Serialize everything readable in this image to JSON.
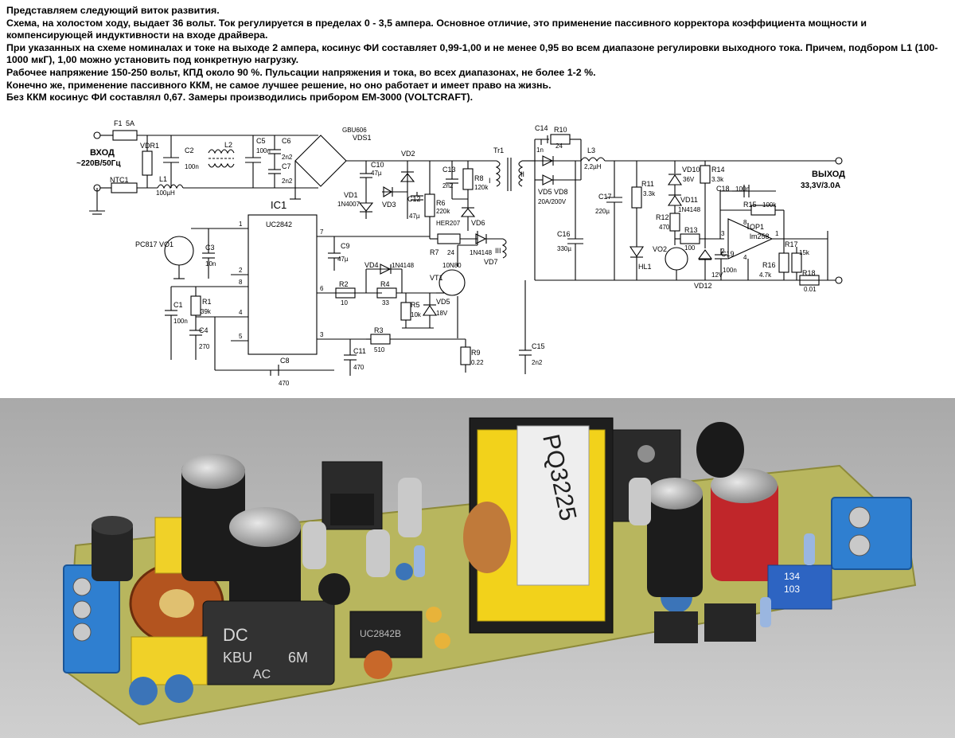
{
  "article": {
    "paragraphs": [
      "Представляем следующий виток развития.",
      "Схема, на холостом ходу, выдает 36 вольт. Ток регулируется в пределах 0 - 3,5 ампера. Основное отличие, это применение пассивного корректора коэффициента мощности и компенсирующей индуктивности на входе драйвера.",
      "При указанных на схеме номиналах и токе на выходе 2 ампера, косинус ФИ составляет 0,99-1,00 и не менее 0,95 во всем диапазоне регулировки выходного тока. Причем, подбором L1 (100-1000 мкГ), 1,00 можно установить под конкретную нагрузку.",
      "Рабочее напряжение 150-250 вольт, КПД около 90 %. Пульсации напряжения и тока, во всех диапазонах, не более 1-2 %.",
      "Конечно же, применение пассивного ККМ, не самое лучшее решение, но оно работает и имеет право на жизнь.",
      "Без ККМ косинус ФИ составлял 0,67. Замеры производились прибором EM-3000 (VOLTCRAFT)."
    ]
  },
  "schematic": {
    "input_label": "ВХОД",
    "input_voltage": "~220В/50Гц",
    "output_label": "ВЫХОД",
    "output_rating": "33,3V/3.0A",
    "ic_ref": "IC1",
    "ic_part": "UC2842",
    "opamp_ref": "OP1",
    "opamp_part": "lm258",
    "transformer_ref": "Tr1",
    "components": [
      {
        "ref": "F1",
        "value": "5A"
      },
      {
        "ref": "VDR1",
        "value": ""
      },
      {
        "ref": "C2",
        "value": "100n"
      },
      {
        "ref": "L2",
        "value": ""
      },
      {
        "ref": "C5",
        "value": "100n"
      },
      {
        "ref": "C6",
        "value": "2n2"
      },
      {
        "ref": "C7",
        "value": "2n2"
      },
      {
        "ref": "NTC1",
        "value": ""
      },
      {
        "ref": "L1",
        "value": "100µH"
      },
      {
        "ref": "VDS1",
        "value": "GBU606"
      },
      {
        "ref": "C10",
        "value": "47µ"
      },
      {
        "ref": "VD1",
        "value": "1N4007"
      },
      {
        "ref": "VD2",
        "value": ""
      },
      {
        "ref": "VD3",
        "value": ""
      },
      {
        "ref": "C12",
        "value": "47µ"
      },
      {
        "ref": "C13",
        "value": "2n2"
      },
      {
        "ref": "R8",
        "value": "120k"
      },
      {
        "ref": "R6",
        "value": "220k"
      },
      {
        "ref": "VD6",
        "value": "HER207"
      },
      {
        "ref": "C14",
        "value": "1n"
      },
      {
        "ref": "R10",
        "value": "24"
      },
      {
        "ref": "L3",
        "value": "2,2µH"
      },
      {
        "ref": "VD5 VD8",
        "value": "20A/200V"
      },
      {
        "ref": "C17",
        "value": "220µ"
      },
      {
        "ref": "C16",
        "value": "330µ"
      },
      {
        "ref": "C15",
        "value": "2n2"
      },
      {
        "ref": "R11",
        "value": "3.3k"
      },
      {
        "ref": "HL1",
        "value": ""
      },
      {
        "ref": "VD10",
        "value": "36V"
      },
      {
        "ref": "VD11",
        "value": "1N4148"
      },
      {
        "ref": "R12",
        "value": "470"
      },
      {
        "ref": "R14",
        "value": "3.3k"
      },
      {
        "ref": "C18",
        "value": "100n"
      },
      {
        "ref": "R15",
        "value": "100k"
      },
      {
        "ref": "R13",
        "value": "100"
      },
      {
        "ref": "VO2",
        "value": ""
      },
      {
        "ref": "C19",
        "value": "100n"
      },
      {
        "ref": "VD12",
        "value": "12V"
      },
      {
        "ref": "R17",
        "value": "15k"
      },
      {
        "ref": "R16",
        "value": "4.7k"
      },
      {
        "ref": "R18",
        "value": "0.01"
      },
      {
        "ref": "PC817 VO1",
        "value": ""
      },
      {
        "ref": "C3",
        "value": "10n"
      },
      {
        "ref": "C9",
        "value": "47µ"
      },
      {
        "ref": "R7",
        "value": "24"
      },
      {
        "ref": "VD7",
        "value": "1N4148"
      },
      {
        "ref": "VD4",
        "value": "1N4148"
      },
      {
        "ref": "R4",
        "value": "33"
      },
      {
        "ref": "VT1",
        "value": "10N80"
      },
      {
        "ref": "R2",
        "value": "10"
      },
      {
        "ref": "R5",
        "value": "10k"
      },
      {
        "ref": "VD5",
        "value": "18V"
      },
      {
        "ref": "C1",
        "value": "100n"
      },
      {
        "ref": "R1",
        "value": "39k"
      },
      {
        "ref": "C4",
        "value": "270"
      },
      {
        "ref": "R3",
        "value": "510"
      },
      {
        "ref": "C11",
        "value": "470"
      },
      {
        "ref": "C8",
        "value": "470"
      },
      {
        "ref": "R9",
        "value": "0.22"
      }
    ],
    "pin_numbers": [
      "1",
      "2",
      "8",
      "4",
      "5",
      "7",
      "6",
      "3"
    ],
    "winding_labels": [
      "I",
      "II",
      "III"
    ],
    "opamp_pins": [
      "8",
      "1",
      "4",
      "3",
      "2"
    ]
  },
  "photo": {
    "transformer_marking": "PQ3225",
    "bridge_marking_1": "DC",
    "bridge_marking_2": "KBU",
    "bridge_marking_3": "6M",
    "bridge_marking_4": "AC",
    "ic_marking": "UC2842B",
    "trimmer_marking": "134",
    "trimmer_marking_2": "103"
  },
  "colors": {
    "pcb": "#b8b65e",
    "background": "#cfcfcf",
    "terminal_blue": "#2f7fd0",
    "transformer_yellow": "#f2d21b",
    "cap_black": "#1c1c1c",
    "cap_red": "#c0262a"
  }
}
